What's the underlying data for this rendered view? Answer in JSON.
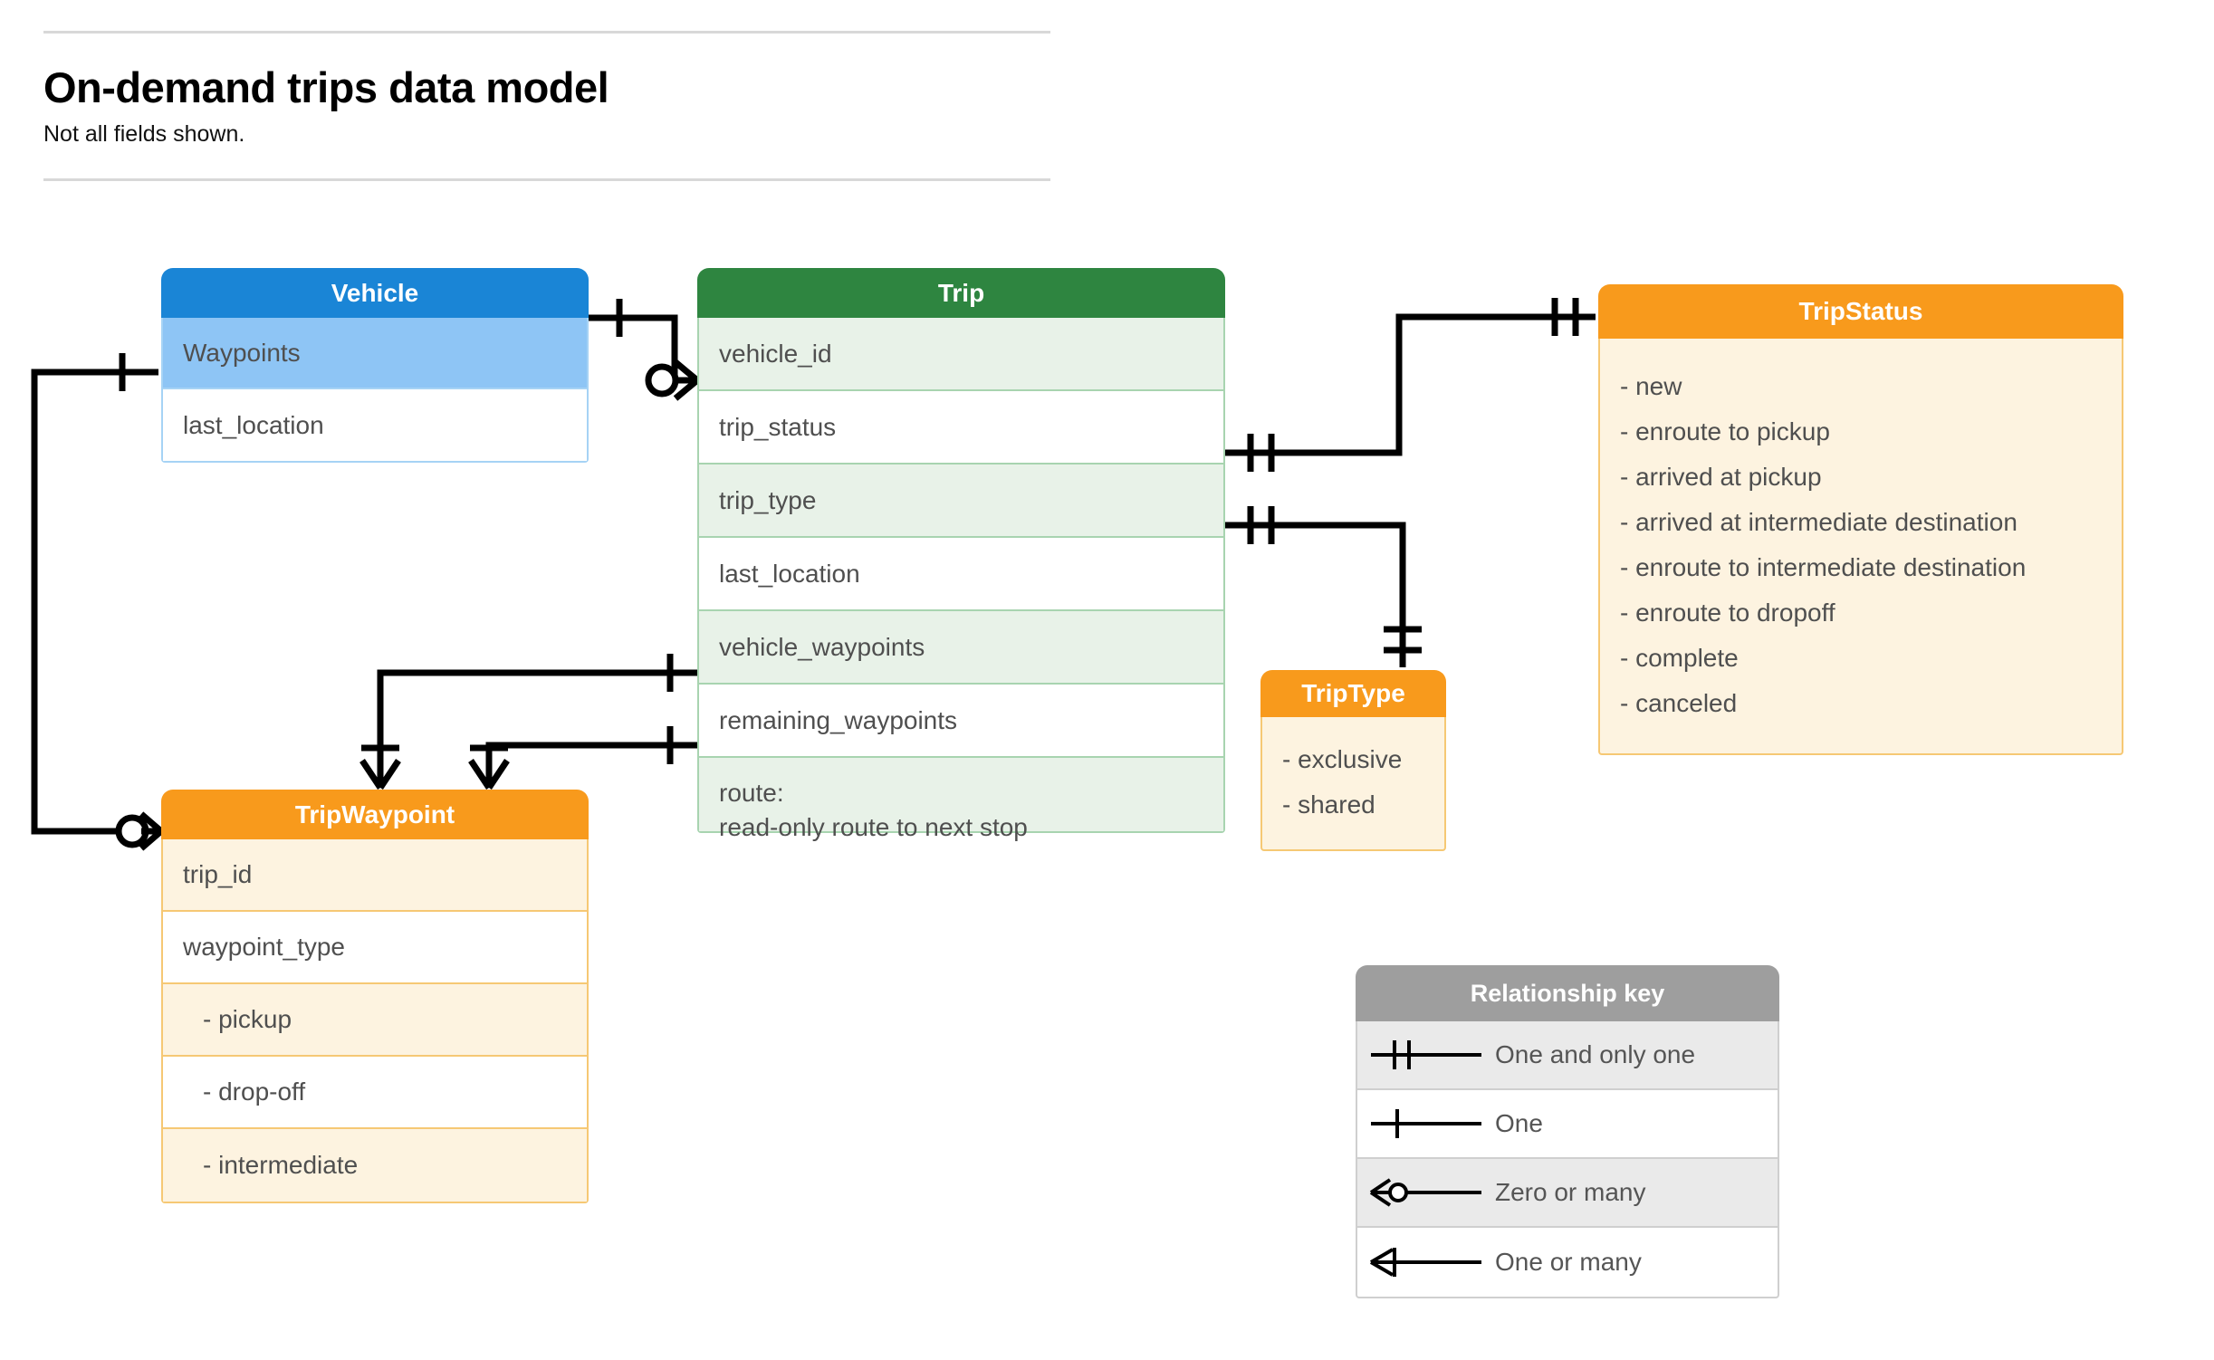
{
  "header": {
    "title": "On-demand trips data model",
    "subtitle": "Not all fields shown."
  },
  "entities": {
    "vehicle": {
      "name": "Vehicle",
      "header_color": "#1a85d6",
      "rows": [
        {
          "label": "Waypoints"
        },
        {
          "label": "last_location"
        }
      ]
    },
    "trip": {
      "name": "Trip",
      "header_color": "#2e8540",
      "rows": [
        {
          "label": "vehicle_id"
        },
        {
          "label": "trip_status"
        },
        {
          "label": "trip_type"
        },
        {
          "label": "last_location"
        },
        {
          "label": "vehicle_waypoints"
        },
        {
          "label": "remaining_waypoints"
        },
        {
          "label": "route:",
          "label2": "read-only route to next stop"
        }
      ]
    },
    "trip_status": {
      "name": "TripStatus",
      "header_color": "#f89a1c",
      "values": [
        "- new",
        "- enroute to pickup",
        "- arrived at pickup",
        "- arrived at intermediate destination",
        "- enroute to intermediate destination",
        "- enroute to dropoff",
        "- complete",
        "- canceled"
      ]
    },
    "trip_type": {
      "name": "TripType",
      "header_color": "#f89a1c",
      "values": [
        "- exclusive",
        "- shared"
      ]
    },
    "trip_waypoint": {
      "name": "TripWaypoint",
      "header_color": "#f89a1c",
      "rows": [
        {
          "label": "trip_id"
        },
        {
          "label": "waypoint_type"
        },
        {
          "label": "-  pickup"
        },
        {
          "label": "-  drop-off"
        },
        {
          "label": "-  intermediate"
        }
      ]
    }
  },
  "legend": {
    "title": "Relationship key",
    "rows": [
      {
        "symbol": "one-and-only-one-icon",
        "label": "One and only one"
      },
      {
        "symbol": "one-icon",
        "label": "One"
      },
      {
        "symbol": "zero-or-many-icon",
        "label": "Zero or many"
      },
      {
        "symbol": "one-or-many-icon",
        "label": "One or many"
      }
    ]
  },
  "relationships": [
    {
      "from": "Vehicle",
      "to": "Trip.vehicle_id",
      "from_card": "One",
      "to_card": "Zero or many"
    },
    {
      "from": "Vehicle.Waypoints",
      "to": "TripWaypoint",
      "from_card": "One",
      "to_card": "Zero or many"
    },
    {
      "from": "Trip.trip_status",
      "to": "TripStatus",
      "from_card": "One and only one",
      "to_card": "One and only one"
    },
    {
      "from": "Trip.trip_type",
      "to": "TripType",
      "from_card": "One and only one",
      "to_card": "One and only one"
    },
    {
      "from": "Trip.vehicle_waypoints",
      "to": "TripWaypoint",
      "from_card": "One",
      "to_card": "One or many"
    },
    {
      "from": "Trip.remaining_waypoints",
      "to": "TripWaypoint",
      "from_card": "One",
      "to_card": "One or many"
    }
  ]
}
